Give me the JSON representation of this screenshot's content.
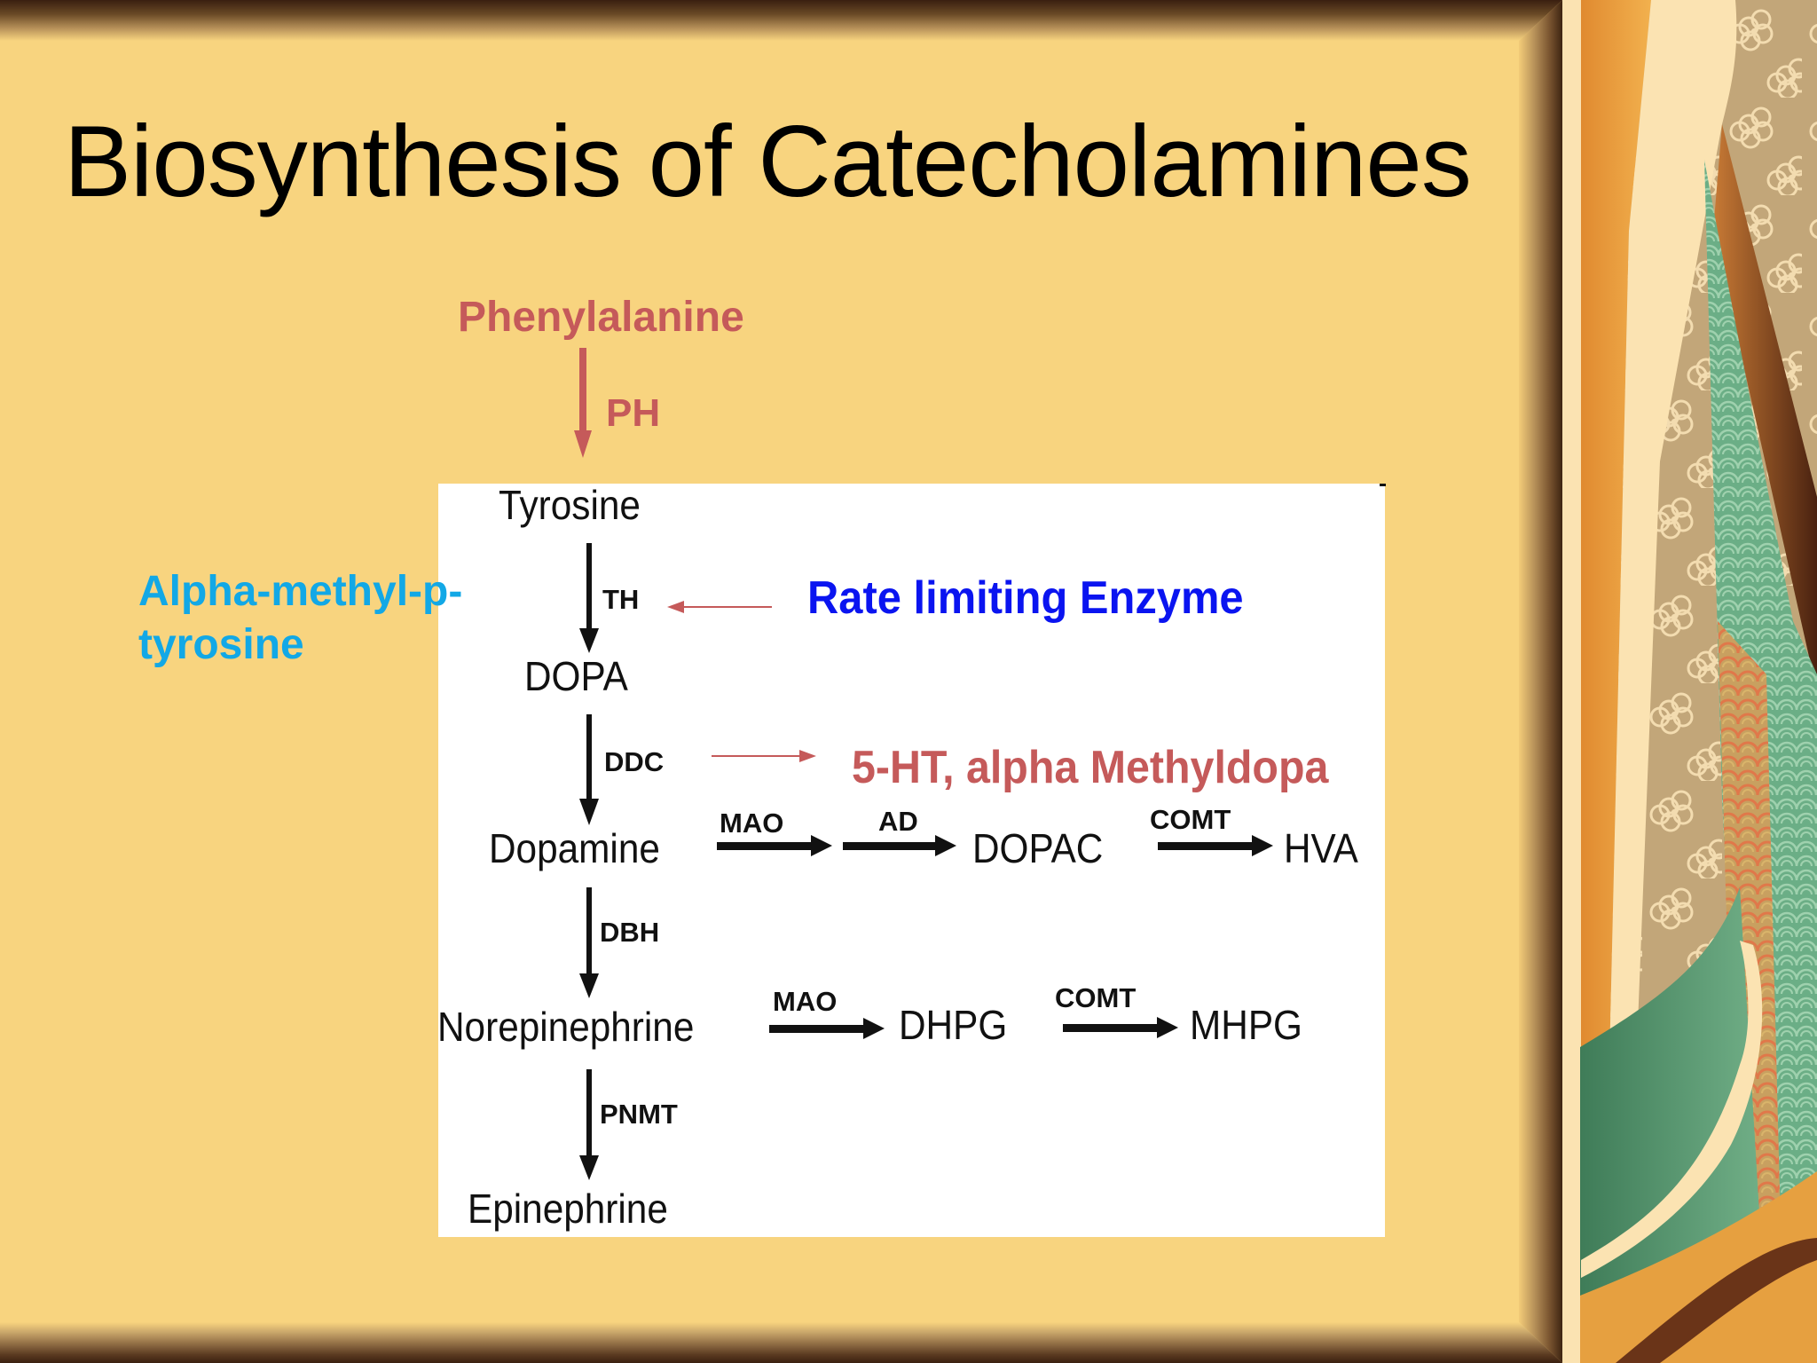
{
  "slide": {
    "title": "Biosynthesis of Catecholamines",
    "colors": {
      "background": "#f8d47f",
      "precursor_red": "#c55a5a",
      "inhibitor_cyan": "#12a8e6",
      "annotation_blue": "#0a14f0",
      "diagram_text": "#111111"
    }
  },
  "precursor": {
    "compound": "Phenylalanine",
    "enzyme": "PH"
  },
  "inhibitor": {
    "line1": "Alpha-methyl-p-",
    "line2": "tyrosine"
  },
  "annotations": {
    "rate_limiting": "Rate limiting Enzyme",
    "ddc_substrates": "5-HT, alpha Methyldopa"
  },
  "pathway": {
    "compounds": {
      "tyrosine": "Tyrosine",
      "dopa": "DOPA",
      "dopamine": "Dopamine",
      "norepinephrine": "Norepinephrine",
      "epinephrine": "Epinephrine",
      "dopac": "DOPAC",
      "hva": "HVA",
      "dhpg": "DHPG",
      "mhpg": "MHPG"
    },
    "enzymes": {
      "th": "TH",
      "ddc": "DDC",
      "dbh": "DBH",
      "pnmt": "PNMT",
      "mao_dopamine": "MAO",
      "ad": "AD",
      "comt_dopac": "COMT",
      "mao_ne": "MAO",
      "comt_dhpg": "COMT"
    }
  }
}
